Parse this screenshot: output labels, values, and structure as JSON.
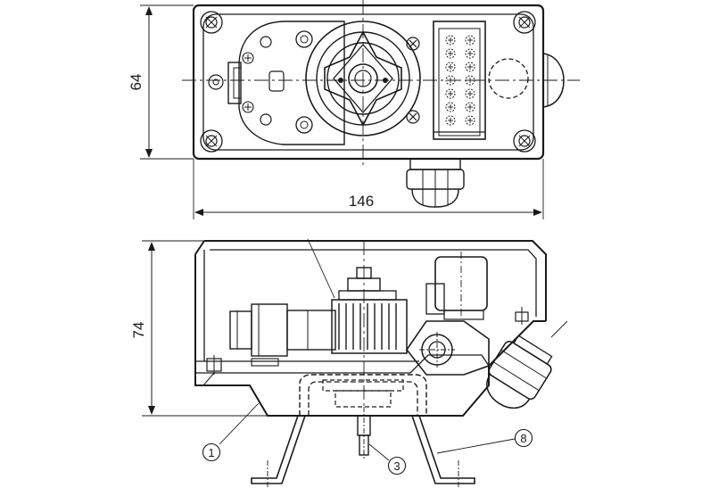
{
  "dimensions": {
    "height_top": "64",
    "width_top": "146",
    "height_side": "74"
  },
  "callouts": {
    "part_1": "1",
    "part_3": "3",
    "part_8": "8"
  }
}
